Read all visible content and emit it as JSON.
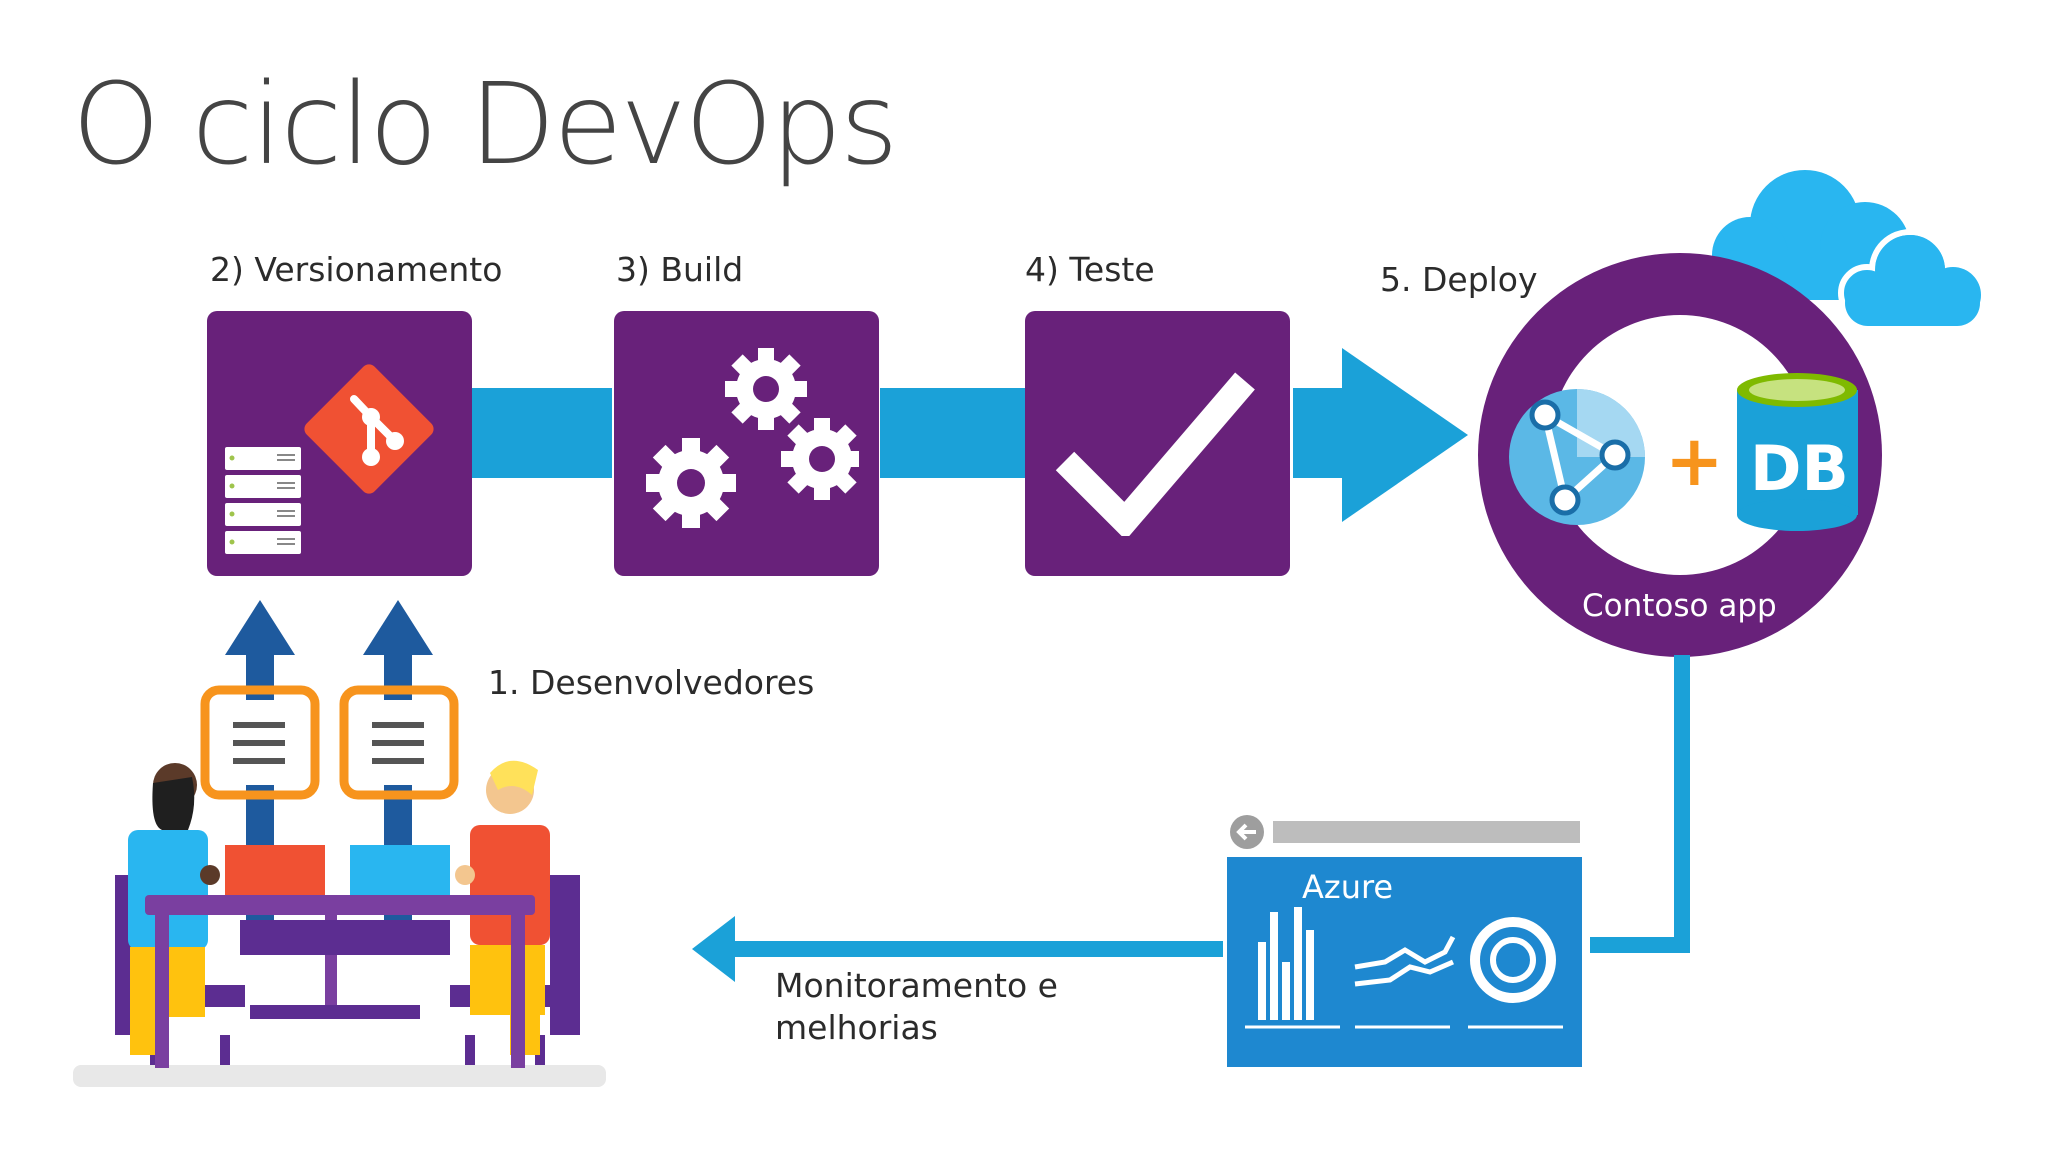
{
  "title": "O ciclo DevOps",
  "steps": {
    "devs": "1. Desenvolvedores",
    "versioning": "2) Versionamento",
    "build": "3) Build",
    "test": "4) Teste",
    "deploy": "5. Deploy"
  },
  "app": {
    "label": "Contoso app",
    "db_label": "DB",
    "plus": "+"
  },
  "monitor": {
    "line1": "Monitoramento e",
    "line2": "melhorias"
  },
  "dashboard": {
    "title": "Azure"
  },
  "colors": {
    "purple": "#68217a",
    "cyan": "#1ba1d8",
    "orange": "#f7941d",
    "git_red": "#f05133",
    "dark_blue_arrow": "#1e5a9e",
    "cloud": "#29b6f0"
  },
  "icons": [
    "git-icon",
    "server-stack-icon",
    "gears-icon",
    "checkmark-icon",
    "globe-network-icon",
    "database-icon",
    "cloud-icon",
    "bar-chart-icon",
    "line-chart-icon",
    "donut-chart-icon",
    "back-arrow-icon",
    "document-icon"
  ]
}
